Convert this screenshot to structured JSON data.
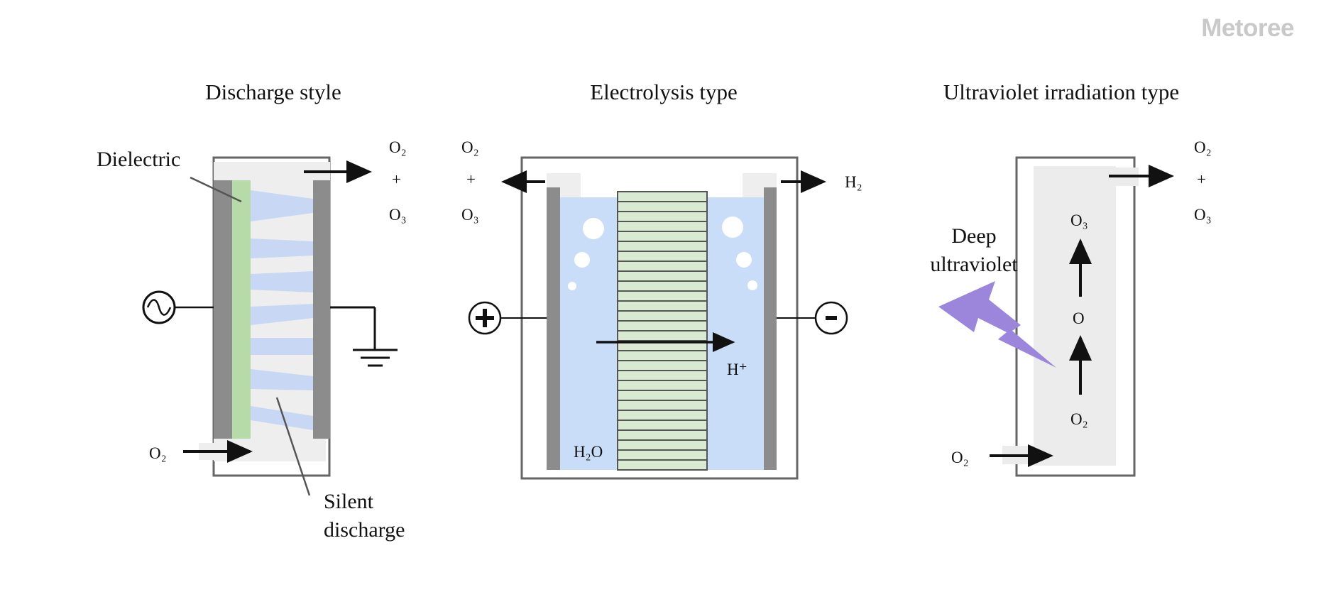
{
  "watermark": "Metoree",
  "panels": {
    "discharge": {
      "title": "Discharge style",
      "dielectric_label": "Dielectric",
      "silent_label_1": "Silent",
      "silent_label_2": "discharge",
      "out_o2": "O₂",
      "out_plus": "+",
      "out_o3": "O₃",
      "in_o2": "O₂",
      "ac_source_icon": "ac-source-icon",
      "ground_icon": "ground-icon",
      "colors": {
        "dielectric": "#b6dba8",
        "discharge": "#c8d8f4",
        "electrode": "#8c8c8c"
      }
    },
    "electrolysis": {
      "title": "Electrolysis type",
      "out_o2": "O₂",
      "out_plus": "+",
      "out_o3": "O₃",
      "out_h2": "H₂",
      "ion_label": "H⁺",
      "water_label": "H₂O",
      "anode_sign": "+",
      "cathode_sign": "-",
      "colors": {
        "electrolyte": "#c9dcf8",
        "membrane": "#d9ead3",
        "electrode": "#8c8c8c"
      }
    },
    "uv": {
      "title": "Ultraviolet irradiation type",
      "uv_label_1": "Deep",
      "uv_label_2": "ultraviolet",
      "out_o2": "O₂",
      "out_plus": "+",
      "out_o3": "O₃",
      "in_o2": "O₂",
      "step_o2": "O₂",
      "step_o": "O",
      "step_o3": "O₃",
      "colors": {
        "uv_bolt": "#9b86dc",
        "chamber": "#ececec"
      }
    }
  }
}
